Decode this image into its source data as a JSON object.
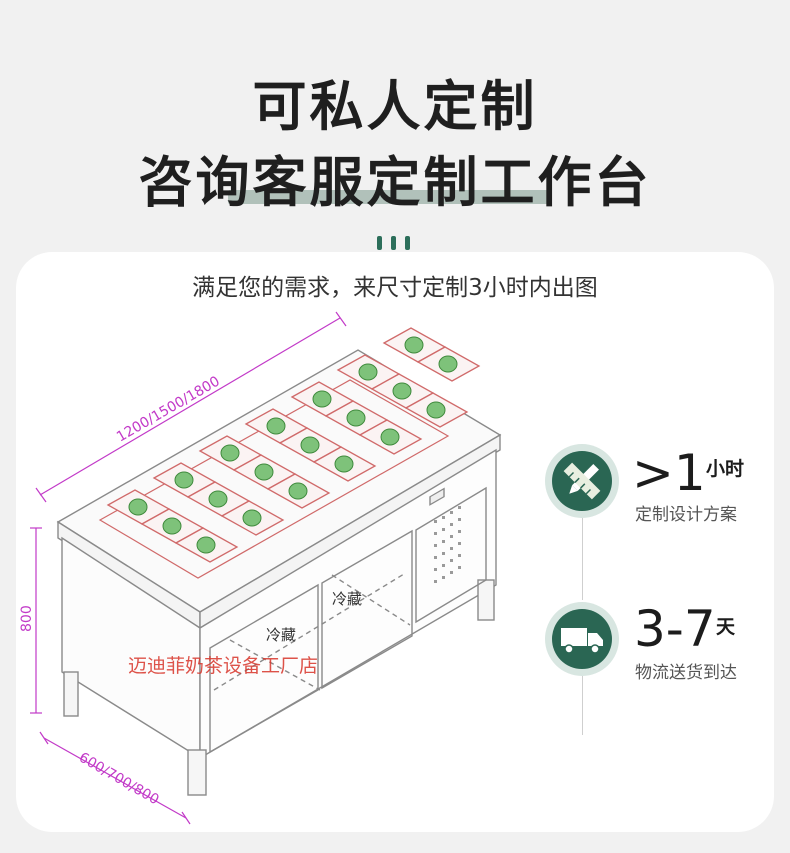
{
  "header": {
    "title_line1": "可私人定制",
    "title_line2": "咨询客服定制工作台",
    "subtitle": "满足您的需求，来尺寸定制3小时内出图"
  },
  "drawing": {
    "dim_length": "1200/1500/1800",
    "dim_height": "800",
    "dim_depth": "600/700/800",
    "door_label_right": "冷藏",
    "door_label_left": "冷藏",
    "watermark": "迈迪菲奶茶设备工厂店"
  },
  "features": [
    {
      "icon": "pencil-ruler-icon",
      "big": ">1",
      "unit": "小时",
      "caption": "定制设计方案"
    },
    {
      "icon": "delivery-truck-icon",
      "big": "3-7",
      "unit": "天",
      "caption": "物流送货到达"
    }
  ],
  "colors": {
    "accent_green": "#2a6653",
    "dimension_magenta": "#c23ac8",
    "watermark_red": "#d8352a"
  }
}
